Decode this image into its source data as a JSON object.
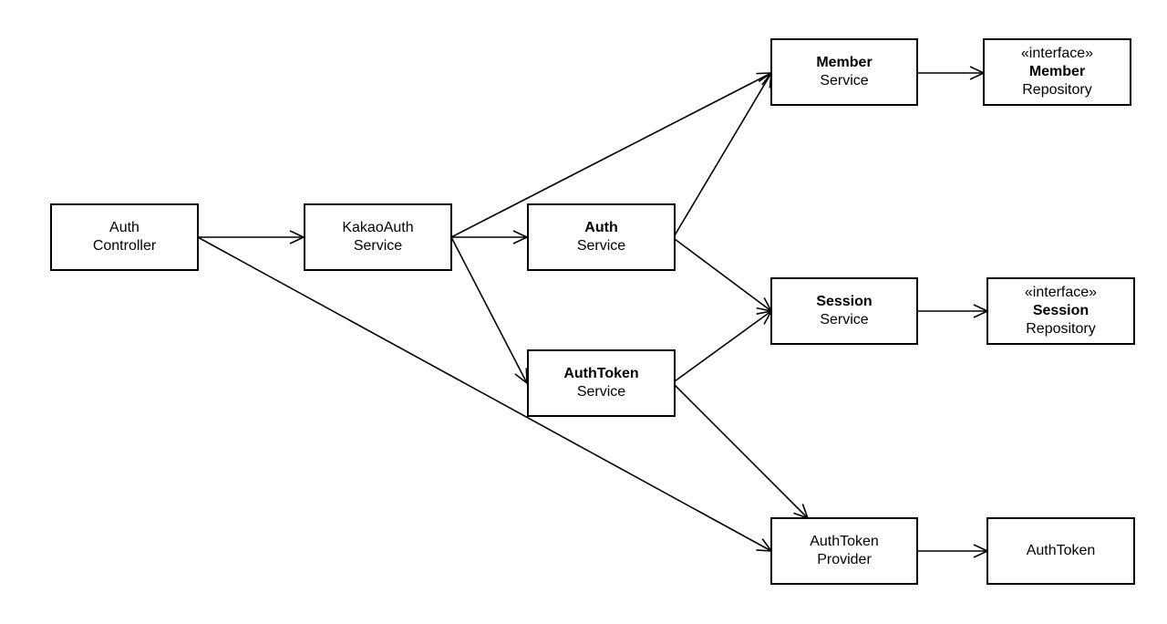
{
  "nodes": {
    "auth_controller": {
      "stereotype": "",
      "name": "",
      "subtitle": "Auth Controller",
      "lines": [
        "Auth",
        "Controller"
      ]
    },
    "kakao_auth_service": {
      "stereotype": "",
      "name": "",
      "lines": [
        "KakaoAuth",
        "Service"
      ]
    },
    "auth_service": {
      "stereotype": "",
      "name": "Auth",
      "suffix": "Service"
    },
    "auth_token_service": {
      "stereotype": "",
      "name": "AuthToken",
      "suffix": "Service"
    },
    "member_service": {
      "stereotype": "",
      "name": "Member",
      "suffix": "Service"
    },
    "session_service": {
      "stereotype": "",
      "name": "Session",
      "suffix": "Service"
    },
    "auth_token_provider": {
      "stereotype": "",
      "name": "",
      "lines": [
        "AuthToken",
        "Provider"
      ]
    },
    "member_repository": {
      "stereotype": "«interface»",
      "name": "Member",
      "suffix": "Repository"
    },
    "session_repository": {
      "stereotype": "«interface»",
      "name": "Session",
      "suffix": "Repository"
    },
    "auth_token": {
      "stereotype": "",
      "name": "",
      "lines": [
        "AuthToken"
      ]
    }
  },
  "colors": {
    "stroke": "#000000",
    "background": "#ffffff"
  }
}
